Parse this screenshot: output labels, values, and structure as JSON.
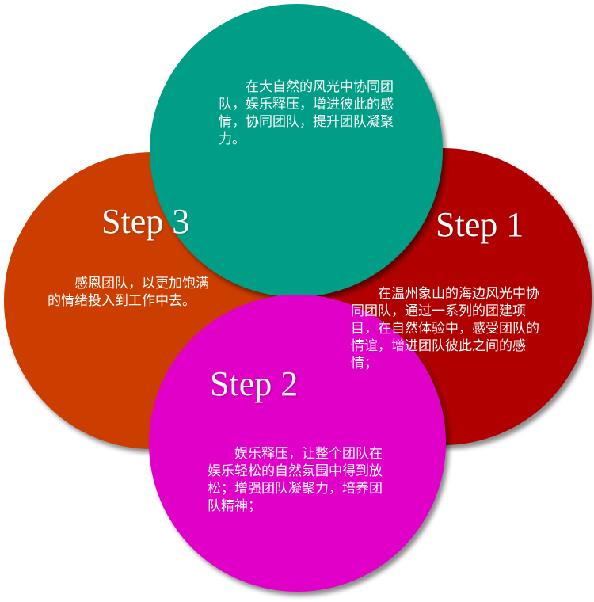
{
  "colors": {
    "top": "#009E87",
    "right": "#B00000",
    "left": "#CC3D00",
    "bottom": "#E000C8"
  },
  "steps": {
    "step1_title": "Step 1",
    "step2_title": "Step 2",
    "step3_title": "Step 3"
  },
  "descriptions": {
    "top": "在大自然的风光中协同团队，娱乐释压，增进彼此的感情，协同团队，提升团队凝聚力。",
    "right": "在温州象山的海边风光中协同团队，通过一系列的团建项目，在自然体验中，感受团队的情谊，增进团队彼此之间的感情；",
    "left": "感恩团队，以更加饱满的情绪投入到工作中去。",
    "bottom": "娱乐释压，让整个团队在娱乐轻松的自然氛围中得到放松；增强团队凝聚力，培养团队精神；"
  }
}
